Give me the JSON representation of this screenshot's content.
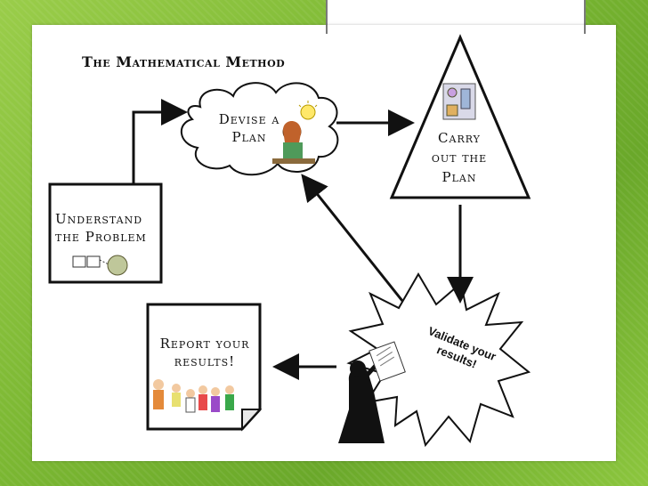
{
  "title": "The Mathematical Method",
  "nodes": {
    "understand": "Understand the Problem",
    "devise": "Devise a Plan",
    "carry": "Carry out the Plan",
    "validate": "Validate your results!",
    "report": "Report your results!"
  },
  "colors": {
    "background": "#7cb833",
    "slide": "#ffffff",
    "stroke": "#111111"
  }
}
